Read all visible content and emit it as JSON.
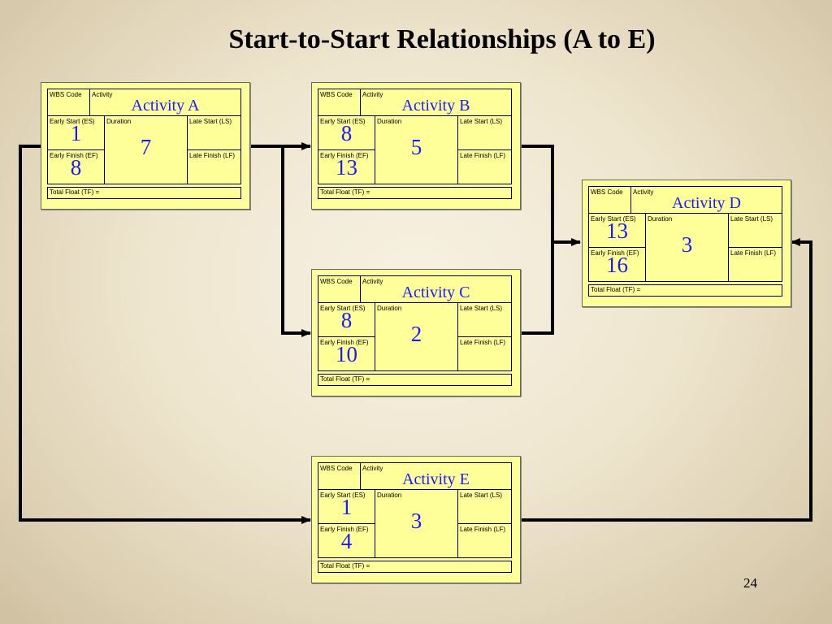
{
  "slide": {
    "title": "Start-to-Start Relationships  (A to E)",
    "page_number": "24"
  },
  "labels": {
    "wbs": "WBS Code",
    "activity": "Activity",
    "es": "Early Start (ES)",
    "duration": "Duration",
    "ls": "Late Start (LS)",
    "ef": "Early Finish (EF)",
    "lf": "Late Finish (LF)",
    "tf": "Total Float (TF) ="
  },
  "activities": {
    "a": {
      "name": "Activity A",
      "es": "1",
      "duration": "7",
      "ef": "8"
    },
    "b": {
      "name": "Activity B",
      "es": "8",
      "duration": "5",
      "ef": "13"
    },
    "c": {
      "name": "Activity C",
      "es": "8",
      "duration": "2",
      "ef": "10"
    },
    "d": {
      "name": "Activity D",
      "es": "13",
      "duration": "3",
      "ef": "16"
    },
    "e": {
      "name": "Activity E",
      "es": "1",
      "duration": "3",
      "ef": "4"
    }
  },
  "colors": {
    "node_fill": "#ffff99",
    "value_text": "#1a1aff",
    "connector": "#000000"
  }
}
